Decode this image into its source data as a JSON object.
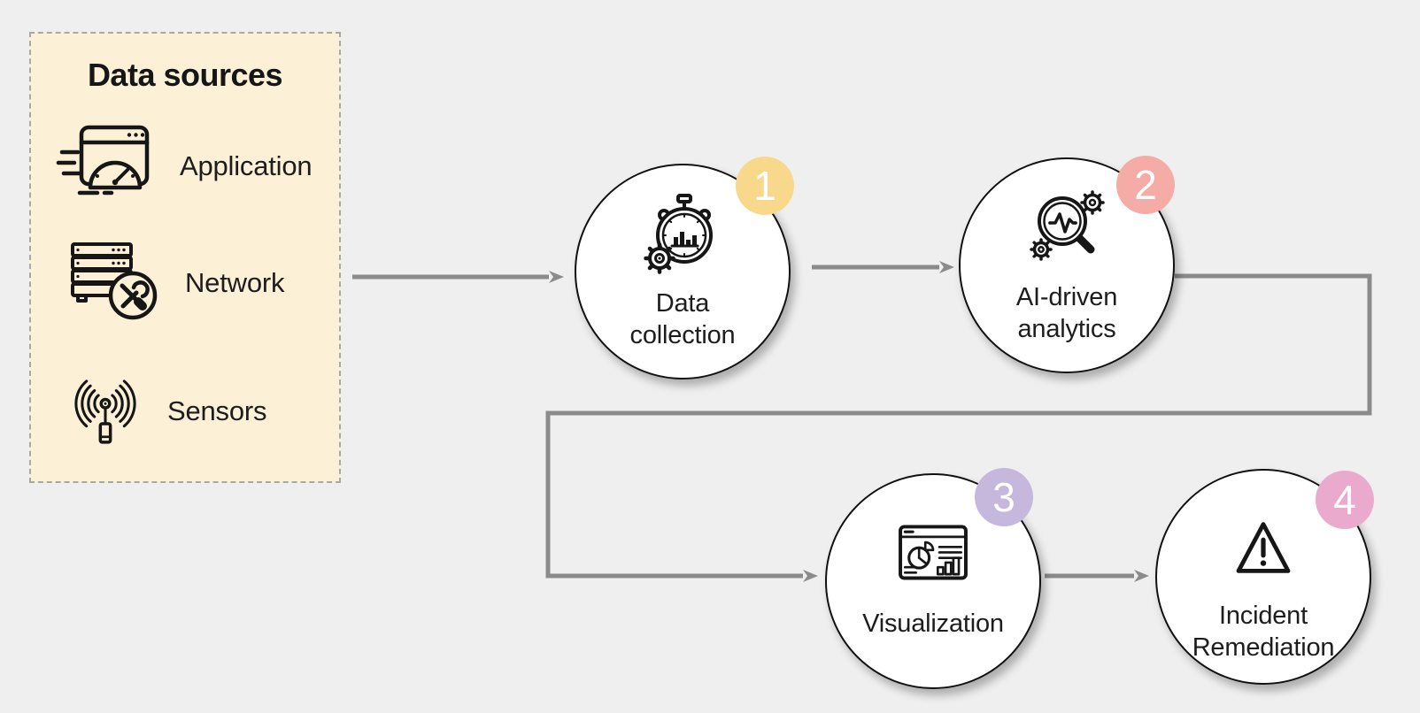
{
  "palette": {
    "background": "#efefef",
    "box_fill": "#fcf0d6",
    "box_border": "#a9a9a2",
    "line_color": "#8b8b8b",
    "icon_color": "#161616",
    "text_color": "#1d1d1d",
    "badge_text_color": "#ffffff"
  },
  "data_sources": {
    "title": "Data sources",
    "items": [
      {
        "label": "Application",
        "icon": "application-icon"
      },
      {
        "label": "Network",
        "icon": "network-icon"
      },
      {
        "label": "Sensors",
        "icon": "sensors-icon"
      }
    ]
  },
  "steps": [
    {
      "number": "1",
      "badge_color": "#f8d98c",
      "icon": "data-collection-icon",
      "label_lines": [
        "Data",
        "collection"
      ]
    },
    {
      "number": "2",
      "badge_color": "#f5aca6",
      "icon": "ai-analytics-icon",
      "label_lines": [
        "AI-driven",
        "analytics"
      ]
    },
    {
      "number": "3",
      "badge_color": "#c6b8dc",
      "icon": "visualization-icon",
      "label_lines": [
        "Visualization"
      ]
    },
    {
      "number": "4",
      "badge_color": "#e9aace",
      "icon": "incident-remediation-icon",
      "label_lines": [
        "Incident",
        "Remediation"
      ]
    }
  ],
  "flow": [
    "Data sources -> Data collection",
    "Data collection -> AI-driven analytics",
    "AI-driven analytics -> Visualization",
    "Visualization -> Incident Remediation"
  ]
}
